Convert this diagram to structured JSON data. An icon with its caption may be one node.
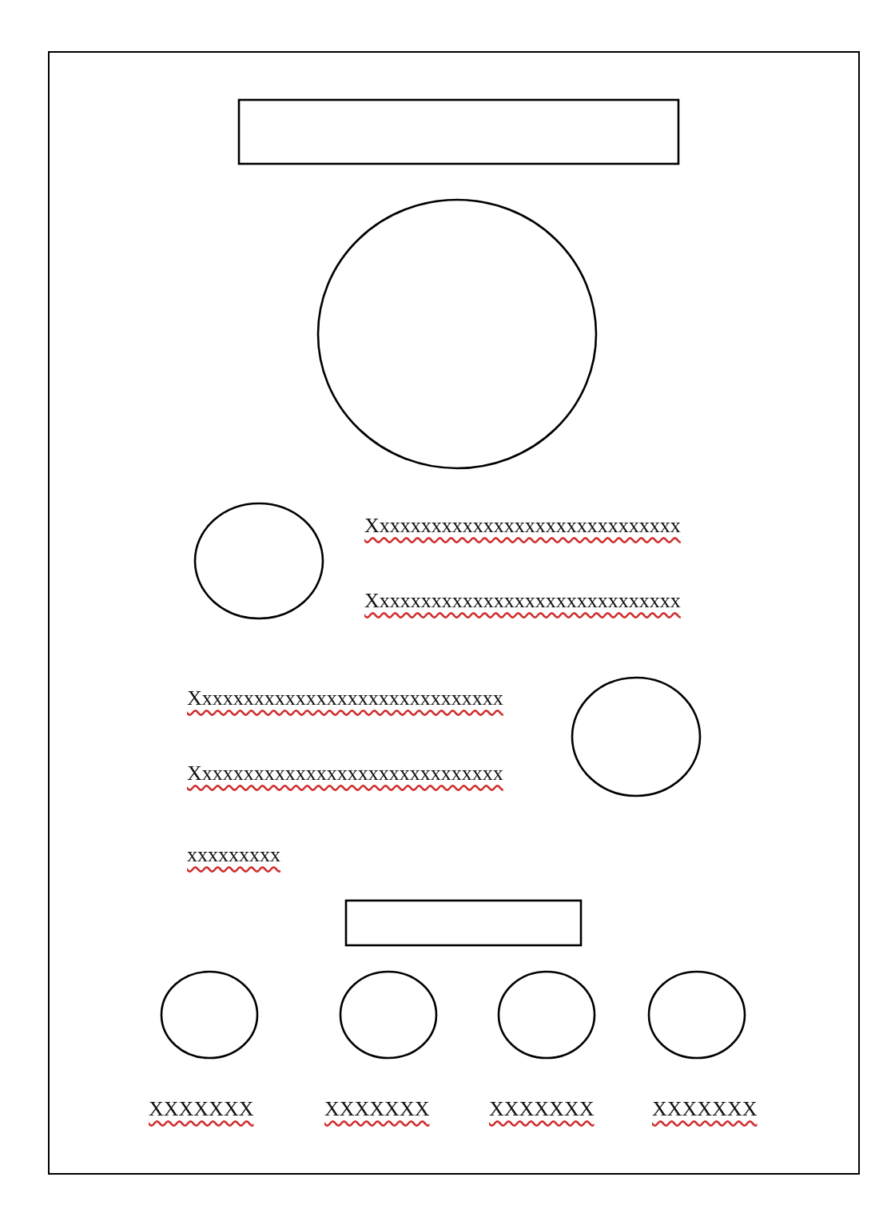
{
  "diagram": {
    "nodes": [
      {
        "text": [],
        "shape": "box"
      },
      {
        "text": [],
        "shape": "circle"
      },
      {
        "text": [],
        "shape": "circle"
      },
      {
        "text": [],
        "shape": "circle"
      },
      {
        "text": [],
        "shape": "box"
      },
      {
        "text": [],
        "shape": "circle"
      },
      {
        "text": [],
        "shape": "circle"
      },
      {
        "text": [],
        "shape": "circle"
      },
      {
        "text": [],
        "shape": "circle"
      }
    ],
    "labels": [
      "Xxxxxxxxxxxxxxxxxxxxxxxxxxxxxx",
      "Xxxxxxxxxxxxxxxxxxxxxxxxxxxxxx",
      "Xxxxxxxxxxxxxxxxxxxxxxxxxxxxxx",
      "Xxxxxxxxxxxxxxxxxxxxxxxxxxxxxx",
      "xxxxxxxxx",
      "XXXXXXX",
      "XXXXXXX",
      "XXXXXXX",
      "XXXXXXX"
    ]
  }
}
